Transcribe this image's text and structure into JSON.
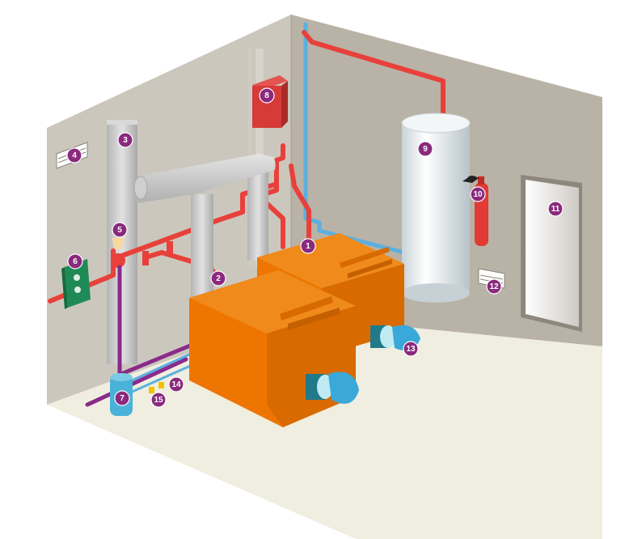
{
  "diagram": {
    "callouts": [
      {
        "id": "boiler-1",
        "label": "1"
      },
      {
        "id": "boiler-2",
        "label": "2"
      },
      {
        "id": "chimney-3",
        "label": "3"
      },
      {
        "id": "wall-vent-4",
        "label": "4"
      },
      {
        "id": "valve-5",
        "label": "5"
      },
      {
        "id": "control-panel-6",
        "label": "6"
      },
      {
        "id": "expansion-vessel-7",
        "label": "7"
      },
      {
        "id": "electrical-cabinet-8",
        "label": "8"
      },
      {
        "id": "water-tank-9",
        "label": "9"
      },
      {
        "id": "fire-extinguisher-10",
        "label": "10"
      },
      {
        "id": "door-11",
        "label": "11"
      },
      {
        "id": "floor-vent-12",
        "label": "12"
      },
      {
        "id": "burner-13",
        "label": "13"
      },
      {
        "id": "valve-14",
        "label": "14"
      },
      {
        "id": "valve-15",
        "label": "15"
      }
    ],
    "colors": {
      "wall_left": "#ccc7bd",
      "wall_back": "#b9b2a6",
      "floor": "#f0eee0",
      "boiler": "#ee7600",
      "hot_pipe": "#e8403a",
      "cold_pipe": "#5ab0e0",
      "return_pipe": "#8a2a8a",
      "tank": "#e6ecef",
      "flue": "#c8c8c8",
      "burner": "#3aa8d8",
      "badge": "#8a2a7e"
    }
  }
}
